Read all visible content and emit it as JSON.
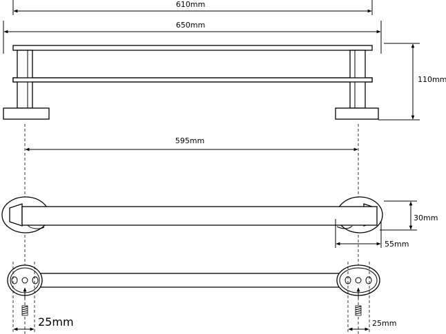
{
  "dimensions": {
    "top_width": "610mm",
    "overall_width": "650mm",
    "height": "110mm",
    "center_distance": "595mm",
    "bracket_height": "30mm",
    "projection": "55mm",
    "mount_left": "25mm",
    "mount_right": "25mm"
  }
}
